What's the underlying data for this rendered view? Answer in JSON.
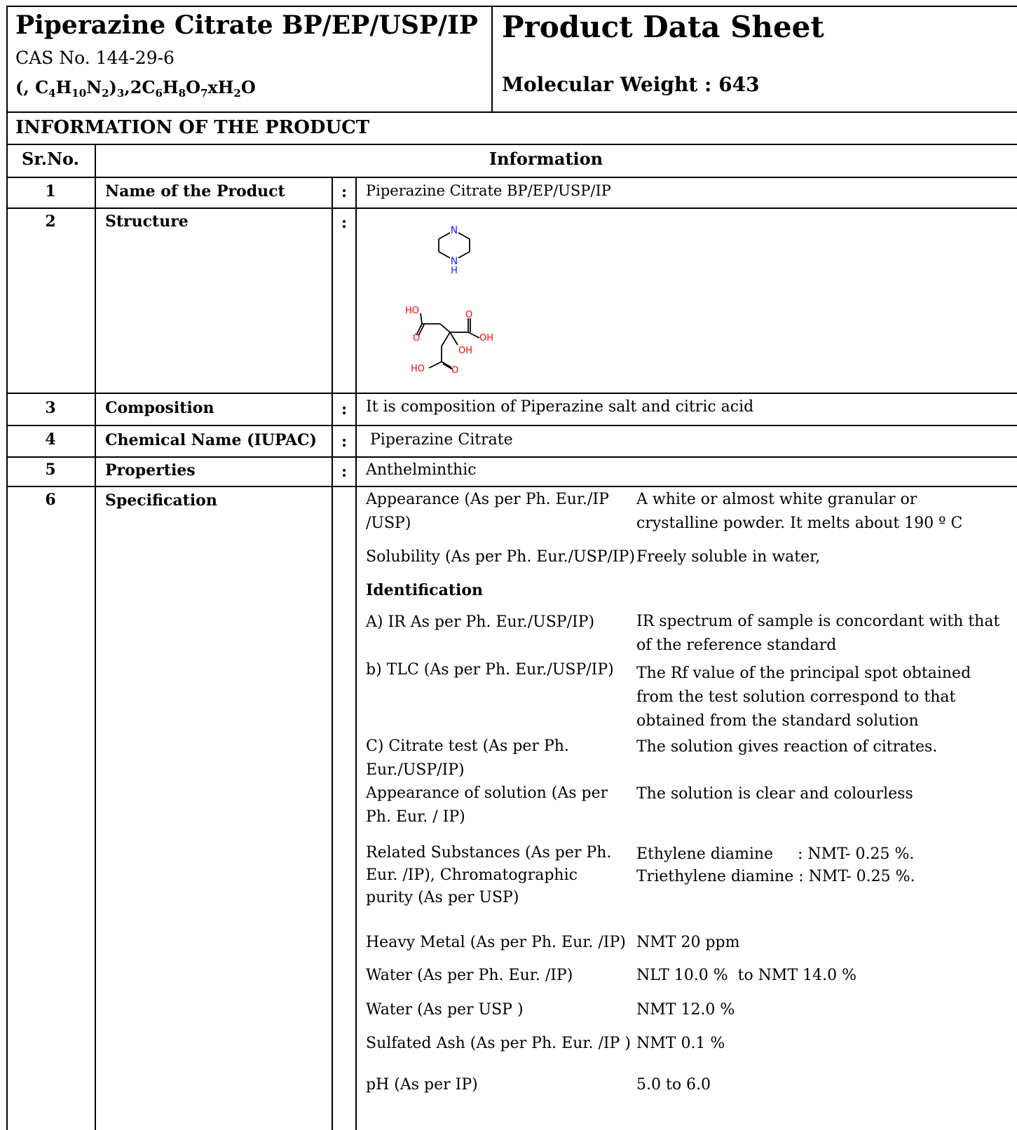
{
  "header": {
    "product_title": "Piperazine Citrate BP/EP/USP/IP",
    "cas": "CAS No. 144-29-6",
    "formula": {
      "p1": "(, C",
      "s1": "4",
      "p2": "H",
      "s2": "10",
      "p3": "N",
      "s3": "2",
      "p4": ")",
      "s4": "3",
      "p5": ",2C",
      "s5": "6",
      "p6": "H",
      "s6": "8",
      "p7": "O",
      "s7": "7",
      "p8": "xH",
      "s8": "2",
      "p9": "O"
    },
    "sheet_title": "Product Data Sheet",
    "molecular_weight": "Molecular Weight : 643"
  },
  "section_title": "INFORMATION OF THE PRODUCT",
  "table": {
    "col_srno": "Sr.No.",
    "col_info": "Information",
    "colon": ":",
    "rows": [
      {
        "no": "1",
        "label": "Name of the Product",
        "value": "Piperazine Citrate BP/EP/USP/IP"
      },
      {
        "no": "2",
        "label": "Structure",
        "value": ""
      },
      {
        "no": "3",
        "label": "Composition",
        "value": "It is composition of Piperazine salt and citric acid"
      },
      {
        "no": "4",
        "label": "Chemical Name (IUPAC)",
        "value": "Piperazine Citrate"
      },
      {
        "no": "5",
        "label": "Properties",
        "value": "Anthelminthic"
      },
      {
        "no": "6",
        "label": "Specification",
        "value": ""
      }
    ]
  },
  "structure": {
    "atom_n": "N",
    "atom_h": "H",
    "atom_ho": "HO",
    "atom_o": "O",
    "atom_oh": "OH",
    "color_n": "#1a1aff",
    "color_o": "#ff0000"
  },
  "spec": {
    "appearance": {
      "test": "Appearance (As per Ph. Eur./IP /USP)",
      "result": "A white or almost white granular or crystalline powder. It melts about 190 º C"
    },
    "solubility": {
      "test": "Solubility (As per Ph. Eur./USP/IP)",
      "result": "Freely soluble in water,"
    },
    "identification_heading": "Identification",
    "ir": {
      "test": "A) IR  As per Ph. Eur./USP/IP)",
      "result": " IR spectrum of sample is concordant with that of the reference standard"
    },
    "tlc": {
      "test": "b) TLC (As per Ph. Eur./USP/IP)",
      "result": "The Rf value of the principal spot obtained from the test solution correspond to that obtained from the standard solution"
    },
    "citrate": {
      "test": "C)  Citrate test (As per Ph. Eur./USP/IP)",
      "result": "The solution gives reaction of citrates."
    },
    "appearance_solution": {
      "test": "Appearance of solution (As per Ph. Eur. / IP)",
      "result": "The solution is clear and colourless"
    },
    "related": {
      "test": "Related Substances (As per Ph. Eur. /IP), Chromatographic purity (As per USP)",
      "result1": "Ethylene diamine     : NMT- 0.25 %.",
      "result2": "Triethylene diamine : NMT- 0.25 %."
    },
    "heavy_metal": {
      "test": "Heavy Metal (As per Ph. Eur. /IP)",
      "result": "NMT 20 ppm"
    },
    "water_ep": {
      "test": "Water (As per Ph. Eur. /IP)",
      "result": "NLT 10.0 %  to NMT 14.0 %"
    },
    "water_usp": {
      "test": "Water (As per USP )",
      "result": "NMT 12.0 %"
    },
    "ash": {
      "test": "Sulfated Ash (As per Ph. Eur. /IP )",
      "result": "NMT 0.1 %"
    },
    "ph": {
      "test": "pH (As per IP)",
      "result": "5.0 to 6.0"
    }
  }
}
